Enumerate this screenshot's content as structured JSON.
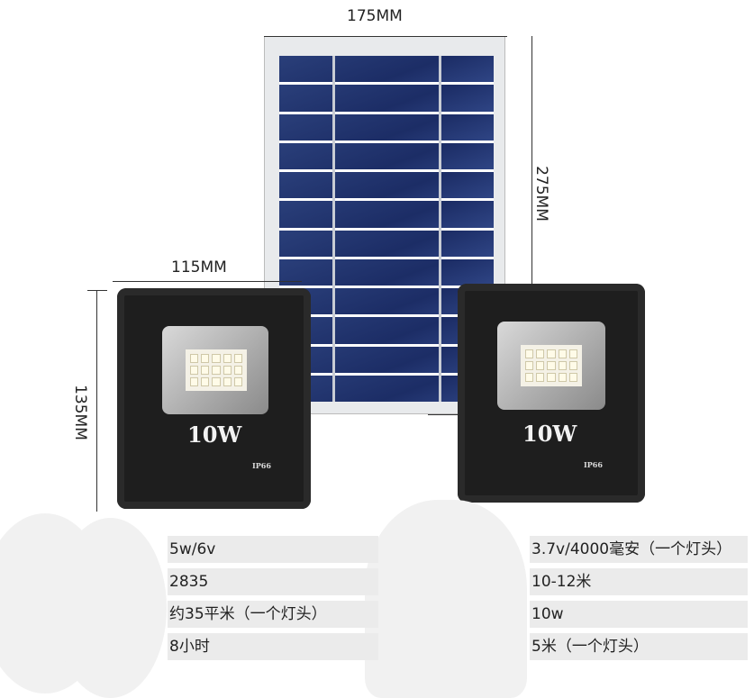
{
  "dimensions": {
    "panel_width": "175MM",
    "panel_height": "275MM",
    "lamp_width": "115MM",
    "lamp_height": "135MM"
  },
  "lamps": [
    {
      "wattage": "10W",
      "rating": "IP66"
    },
    {
      "wattage": "10W",
      "rating": "IP66"
    }
  ],
  "specs": {
    "left": [
      "5w/6v",
      "2835",
      "约35平米（一个灯头）",
      "8小时"
    ],
    "right": [
      "3.7v/4000毫安（一个灯头）",
      "10-12米",
      "10w",
      "5米（一个灯头）"
    ]
  }
}
